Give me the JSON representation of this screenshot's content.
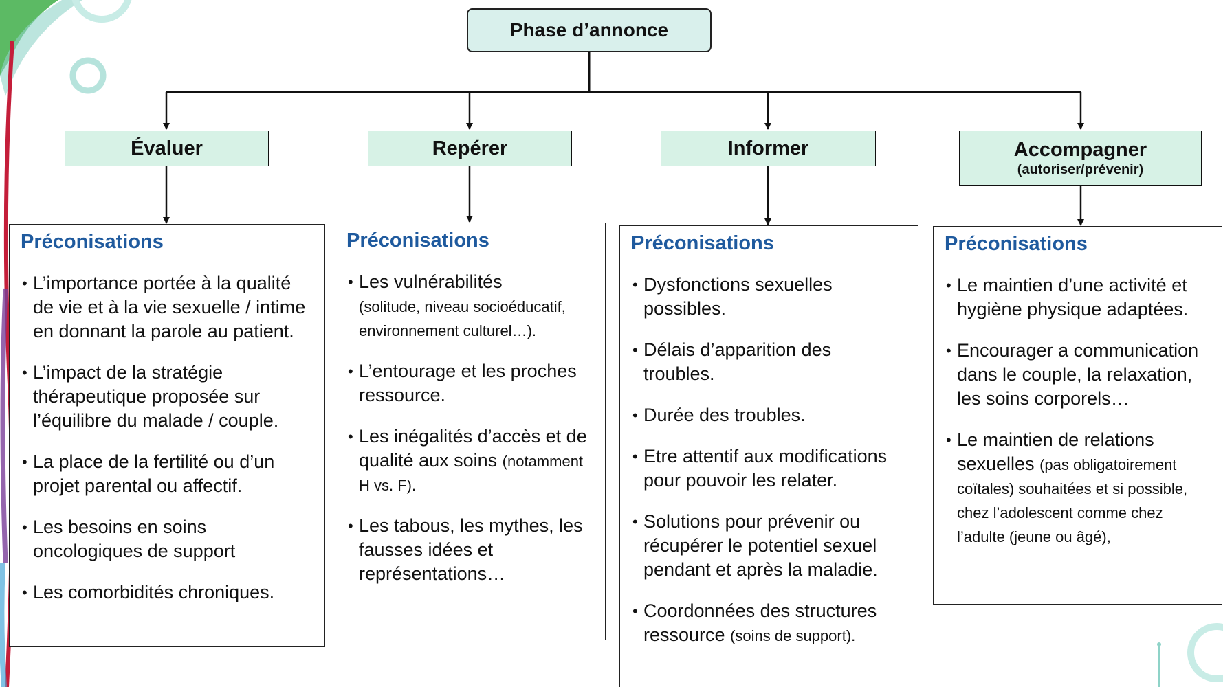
{
  "diagram": {
    "root": {
      "label": "Phase d’annonce"
    },
    "steps": [
      {
        "label": "Évaluer",
        "sublabel": "",
        "panel": {
          "title": "Préconisations",
          "items": [
            {
              "main": "L’importance portée à la qualité de vie et à la vie sexuelle / intime en donnant la parole au patient.",
              "detail": ""
            },
            {
              "main": "L’impact de la stratégie thérapeutique proposée sur l’équilibre du malade / couple.",
              "detail": ""
            },
            {
              "main": "La place de la fertilité ou d’un projet parental ou affectif.",
              "detail": ""
            },
            {
              "main": "Les besoins en soins oncologiques de support",
              "detail": ""
            },
            {
              "main": "Les comorbidités chroniques.",
              "detail": ""
            }
          ]
        }
      },
      {
        "label": "Repérer",
        "sublabel": "",
        "panel": {
          "title": "Préconisations",
          "items": [
            {
              "main": "Les vulnérabilités",
              "detail": "(solitude, niveau socioéducatif, environnement culturel…)."
            },
            {
              "main": "L’entourage et les proches ressource.",
              "detail": ""
            },
            {
              "main": "Les inégalités d’accès et de qualité aux soins",
              "detail": "(notamment H vs. F)."
            },
            {
              "main": "Les tabous, les mythes, les fausses idées et représentations…",
              "detail": ""
            }
          ]
        }
      },
      {
        "label": "Informer",
        "sublabel": "",
        "panel": {
          "title": "Préconisations",
          "items": [
            {
              "main": "Dysfonctions sexuelles possibles.",
              "detail": ""
            },
            {
              "main": "Délais d’apparition des troubles.",
              "detail": ""
            },
            {
              "main": "Durée des troubles.",
              "detail": ""
            },
            {
              "main": "Etre attentif aux modifications pour pouvoir les relater.",
              "detail": ""
            },
            {
              "main": "Solutions pour prévenir ou récupérer le potentiel sexuel pendant et après la maladie.",
              "detail": ""
            },
            {
              "main": "Coordonnées des structures ressource",
              "detail": "(soins de support)."
            }
          ]
        }
      },
      {
        "label": "Accompagner",
        "sublabel": "(autoriser/prévenir)",
        "panel": {
          "title": "Préconisations",
          "items": [
            {
              "main": "Le maintien d’une activité et hygiène physique adaptées.",
              "detail": ""
            },
            {
              "main": "Encourager a communication dans le couple, la relaxation, les soins corporels…",
              "detail": ""
            },
            {
              "main": "Le maintien de relations sexuelles",
              "detail": "(pas obligatoirement coïtales) souhaitées et si possible, chez l’adolescent comme chez l’adulte (jeune ou âgé),"
            }
          ]
        }
      }
    ]
  },
  "colors": {
    "top_node_fill": "#d9f0ec",
    "step_node_fill": "#d7f2e6",
    "panel_title": "#1f5a9e",
    "decor_red": "#c41e3a",
    "decor_green": "#3fae49",
    "decor_teal": "#8fd3c8"
  }
}
